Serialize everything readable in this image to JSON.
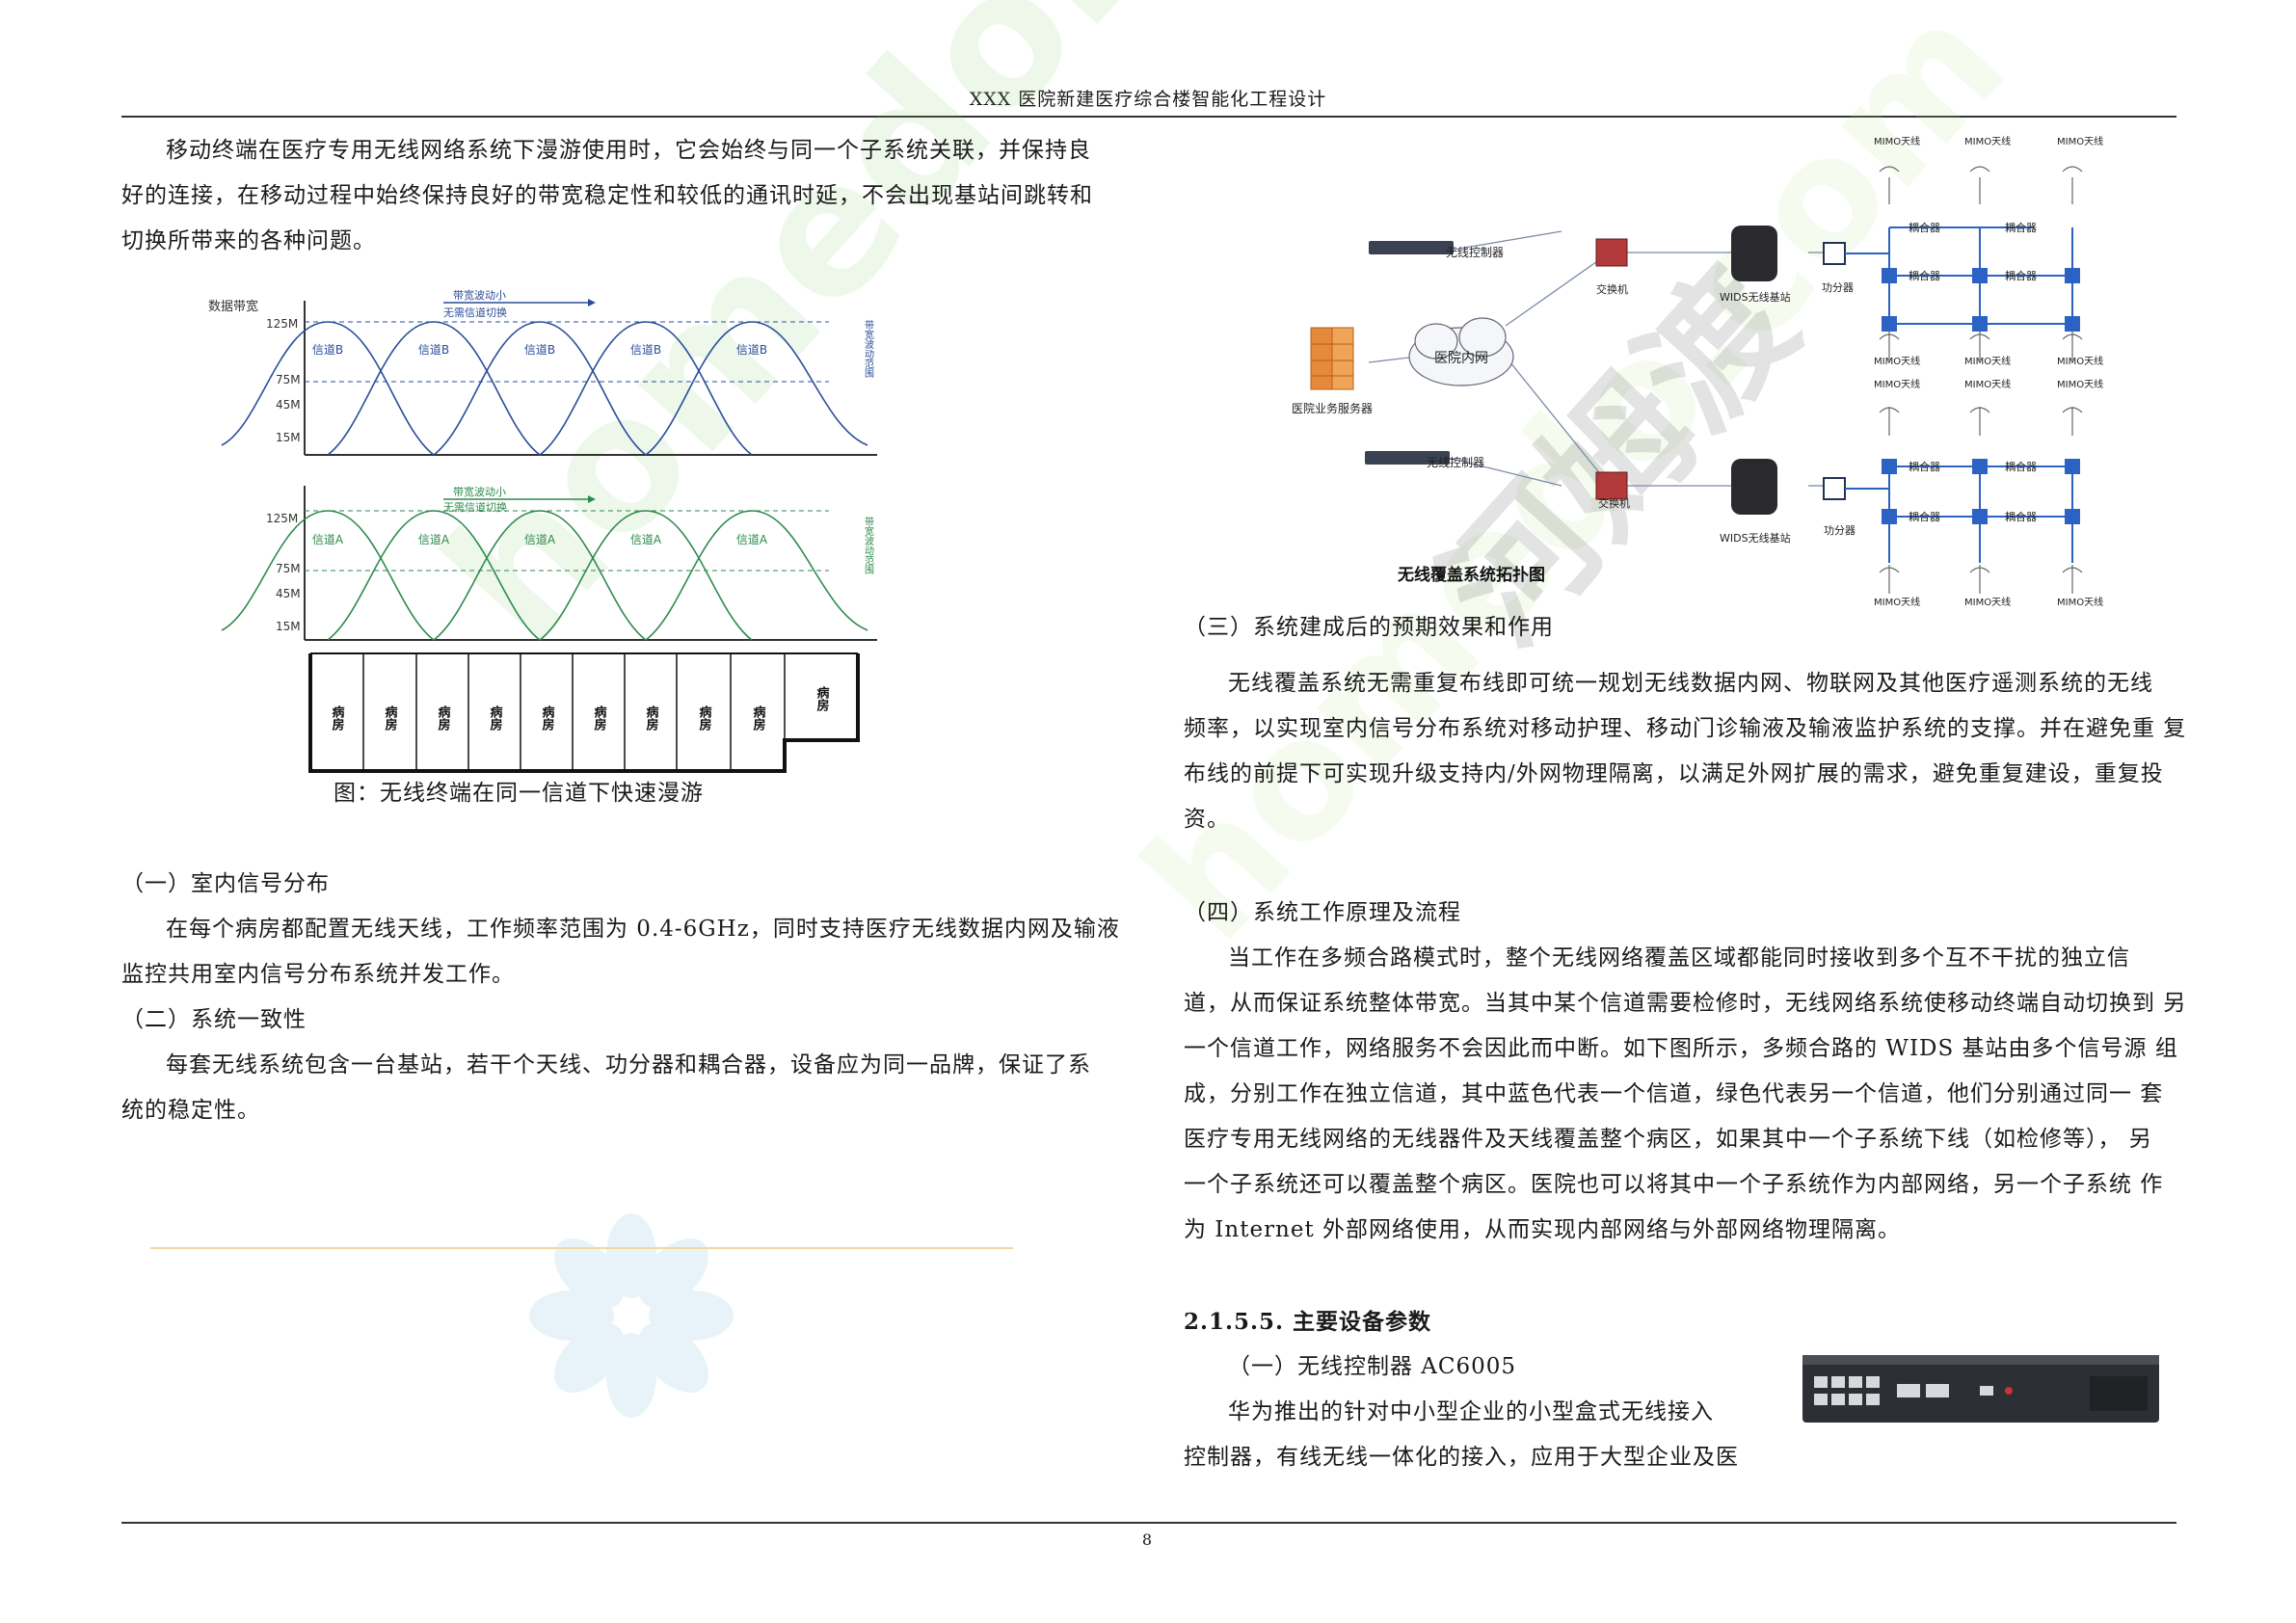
{
  "header": {
    "title": "XXX 医院新建医疗综合楼智能化工程设计"
  },
  "left": {
    "intro_lines": [
      "移动终端在医疗专用无线网络系统下漫游使用时，它会始终与同一个子系统关联，并保持良",
      "好的连接，在移动过程中始终保持良好的带宽稳定性和较低的通讯时延，不会出现基站间跳转和",
      "切换所带来的各种问题。"
    ],
    "chart": {
      "ylabel": "数据带宽",
      "ticks": [
        "125M",
        "75M",
        "45M",
        "15M"
      ],
      "top_note_1": "带宽波动小",
      "top_note_2": "无需信道切换",
      "side_note": "带宽波动范围",
      "channel_b": "信道B",
      "channel_a": "信道A",
      "rooms": [
        "病房",
        "病房",
        "病房",
        "病房",
        "病房",
        "病房",
        "病房",
        "病房",
        "病房",
        "病房"
      ]
    },
    "figure_caption": "图：无线终端在同一信道下快速漫游",
    "sec1_title": "（一）室内信号分布",
    "sec1_lines": [
      "在每个病房都配置无线天线，工作频率范围为 0.4-6GHz，同时支持医疗无线数据内网及输液",
      "监控共用室内信号分布系统并发工作。"
    ],
    "sec2_title": "（二）系统一致性",
    "sec2_lines": [
      "每套无线系统包含一台基站，若干个天线、功分器和耦合器，设备应为同一品牌，保证了系",
      "统的稳定性。"
    ]
  },
  "topology": {
    "title": "无线覆盖系统拓扑图",
    "controller": "无线控制器",
    "switch": "交换机",
    "base": "WIDS无线基站",
    "splitter": "功分器",
    "coupler": "耦合器",
    "antenna": "MIMO天线",
    "intranet": "医院内网",
    "server": "医院业务服务器"
  },
  "right": {
    "sec3_title": "（三）系统建成后的预期效果和作用",
    "sec3_lines": [
      "无线覆盖系统无需重复布线即可统一规划无线数据内网、物联网及其他医疗遥测系统的无线",
      "频率，以实现室内信号分布系统对移动护理、移动门诊输液及输液监护系统的支撑。并在避免重 复",
      "布线的前提下可实现升级支持内/外网物理隔离，以满足外网扩展的需求，避免重复建设，重复投",
      "资。"
    ],
    "sec4_title": "（四）系统工作原理及流程",
    "sec4_lines": [
      "当工作在多频合路模式时，整个无线网络覆盖区域都能同时接收到多个互不干扰的独立信",
      "道，从而保证系统整体带宽。当其中某个信道需要检修时，无线网络系统使移动终端自动切换到 另",
      "一个信道工作，网络服务不会因此而中断。如下图所示，多频合路的 WIDS 基站由多个信号源 组",
      "成，分别工作在独立信道，其中蓝色代表一个信道，绿色代表另一个信道，他们分别通过同一 套",
      "医疗专用无线网络的无线器件及天线覆盖整个病区，如果其中一个子系统下线（如检修等）， 另",
      "一个子系统还可以覆盖整个病区。医院也可以将其中一个子系统作为内部网络，另一个子系统 作",
      "为 Internet 外部网络使用，从而实现内部网络与外部网络物理隔离。"
    ],
    "sec5_title": "2.1.5.5. 主要设备参数",
    "sec5_sub": "（一）无线控制器 AC6005",
    "sec5_lines": [
      "华为推出的针对中小型企业的小型盒式无线接入",
      "控制器，有线无线一体化的接入，应用于大型企业及医"
    ]
  },
  "watermark": {
    "text1": "homedo.com",
    "text2": "河姆渡"
  },
  "footer": {
    "page_number": "8"
  }
}
